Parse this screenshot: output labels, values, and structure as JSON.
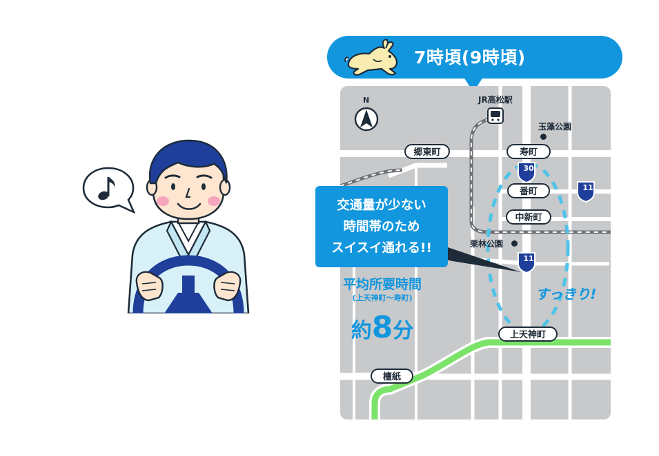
{
  "banner": {
    "time_label": "7時頃(9時頃)",
    "icon": "rabbit-icon",
    "color": "#1296de"
  },
  "driver": {
    "icon": "music-note-icon"
  },
  "map": {
    "compass_label": "N",
    "station_label": "JR高松駅",
    "landmarks": {
      "tamamo_park": "玉藻公園",
      "ritsurin_park": "栗林公園"
    },
    "intersections": {
      "kotobuki": "寿町",
      "gotou": "郷東町",
      "bancho": "番町",
      "nakashin": "中新町",
      "kamitenjin": "上天神町",
      "danshi": "檀紙"
    },
    "routes": {
      "r30": "30",
      "r11_right": "11",
      "r11_center": "11"
    },
    "clear_label": "すっきり!"
  },
  "callout": {
    "line1": "交通量が少ない",
    "line2": "時間帯のため",
    "line3": "スイスイ通れる!!"
  },
  "average": {
    "title": "平均所要時間",
    "subtitle": "(上天神町～寿町)",
    "prefix": "約",
    "number": "8",
    "unit": "分"
  }
}
